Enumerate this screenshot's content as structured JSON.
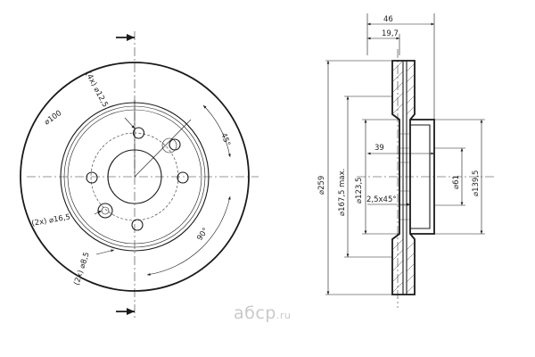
{
  "front_view": {
    "label_holes": "(4x) ⌀12,5",
    "label_d100": "⌀100",
    "label_angle45": "45°",
    "label_angle90": "90°",
    "label_holes2": "(2x) ⌀16,5",
    "label_holes3": "(2x) ⌀8,5"
  },
  "side_view": {
    "dim_total_width": "46",
    "dim_hat_width": "19,7",
    "dim_d259": "⌀259",
    "dim_d167": "⌀167,5 max.",
    "dim_d123": "⌀123,5",
    "dim_39": "39",
    "dim_chamfer": "2,5x45°",
    "dim_d61": "⌀61",
    "dim_d139": "⌀139,5"
  },
  "logo": {
    "brand": "aбcp",
    "domain": ".ru"
  }
}
